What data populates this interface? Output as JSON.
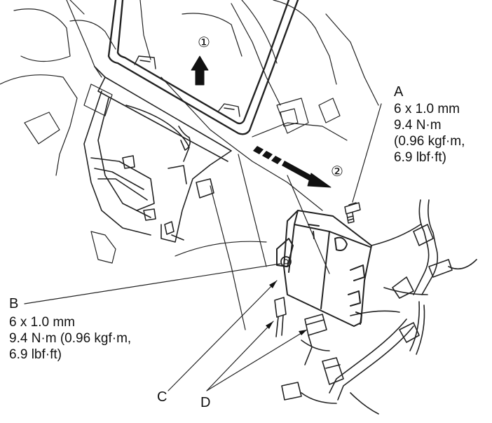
{
  "callouts": {
    "a": {
      "letter": "A",
      "lines": [
        "6 x 1.0 mm",
        "9.4 N·m",
        "(0.96 kgf·m,",
        "6.9 lbf·ft)"
      ]
    },
    "b": {
      "letter": "B",
      "lines": [
        "6 x 1.0 mm",
        "9.4 N·m (0.96 kgf·m,",
        "6.9 lbf·ft)"
      ]
    },
    "c": {
      "letter": "C"
    },
    "d": {
      "letter": "D"
    }
  },
  "steps": [
    "①",
    "②"
  ],
  "colors": {
    "ink": "#111111",
    "paper": "#ffffff"
  }
}
